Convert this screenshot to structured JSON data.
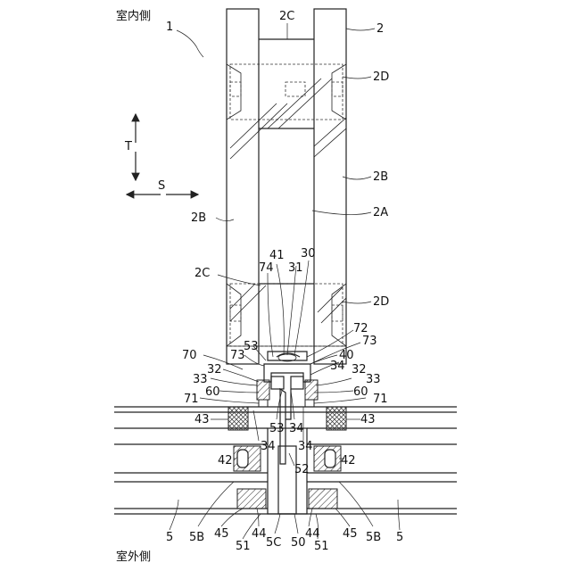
{
  "side_labels": {
    "indoor": "室内側",
    "outdoor": "室外側"
  },
  "direction_labels": {
    "t": "T",
    "s": "S"
  },
  "ref_labels": {
    "r1": "1",
    "r2": "2",
    "r2c_top": "2C",
    "r2d_top": "2D",
    "r2b_right": "2B",
    "r2b_left": "2B",
    "r2a": "2A",
    "r2c_mid": "2C",
    "r2d_mid": "2D",
    "r41": "41",
    "r31": "31",
    "r30": "30",
    "r74": "74",
    "r72": "72",
    "r53_a": "53",
    "r73_r": "73",
    "r70": "70",
    "r73_l": "73",
    "r40": "40",
    "r32_l": "32",
    "r34_r": "34",
    "r32_r": "32",
    "r33_l": "33",
    "r33_r": "33",
    "r60_l": "60",
    "r60_r": "60",
    "r71_l": "71",
    "r71_r": "71",
    "r43_l": "43",
    "r53_b": "53",
    "r34_m": "34",
    "r43_r": "43",
    "r34_l": "34",
    "r34_rr": "34",
    "r42_l": "42",
    "r52": "52",
    "r42_r": "42",
    "r5_l": "5",
    "r5b_l": "5B",
    "r45_l": "45",
    "r44_l": "44",
    "r51_l": "51",
    "r5c": "5C",
    "r50": "50",
    "r44_r": "44",
    "r51_r": "51",
    "r45_r": "45",
    "r5b_r": "5B",
    "r5_r": "5"
  }
}
